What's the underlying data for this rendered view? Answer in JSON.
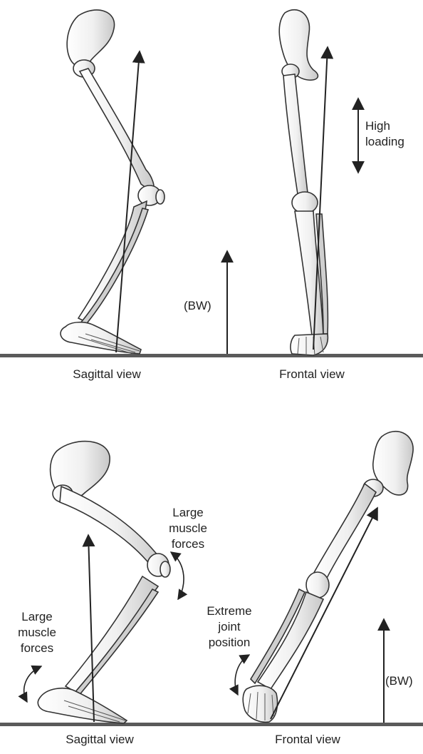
{
  "top_panel": {
    "annotation_high_loading": "High loading",
    "annotation_bw": "(BW)",
    "sagittal_caption": "Sagittal view",
    "frontal_caption": "Frontal view"
  },
  "bottom_panel": {
    "annotation_large_forces_knee": "Large muscle forces",
    "annotation_large_forces_ankle": "Large muscle forces",
    "annotation_extreme_joint": "Extreme joint position",
    "annotation_bw": "(BW)",
    "sagittal_caption": "Sagittal view",
    "frontal_caption": "Frontal view"
  },
  "colors": {
    "bone_fill": "#f2f2f2",
    "bone_shade": "#cfcfcf",
    "outline": "#333333",
    "ground": "#5a5a5a"
  }
}
